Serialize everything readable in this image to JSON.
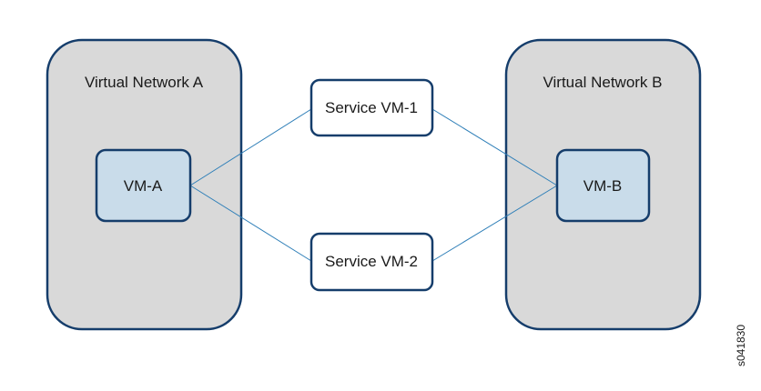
{
  "diagram": {
    "colors": {
      "network_fill": "#d9d9d9",
      "network_border": "#153d6b",
      "vm_fill": "#c9dcea",
      "vm_border": "#153d6b",
      "service_fill": "#ffffff",
      "service_border": "#153d6b",
      "link": "#2f7fb8"
    },
    "network_a": {
      "title": "Virtual Network A"
    },
    "network_b": {
      "title": "Virtual Network B"
    },
    "vm_a": {
      "label": "VM-A"
    },
    "vm_b": {
      "label": "VM-B"
    },
    "service_vm_1": {
      "label": "Service VM-1"
    },
    "service_vm_2": {
      "label": "Service VM-2"
    },
    "connections": [
      {
        "from": "VM-A",
        "to": "Service VM-1"
      },
      {
        "from": "VM-A",
        "to": "Service VM-2"
      },
      {
        "from": "Service VM-1",
        "to": "VM-B"
      },
      {
        "from": "Service VM-2",
        "to": "VM-B"
      }
    ],
    "figure_id": "s041830"
  }
}
